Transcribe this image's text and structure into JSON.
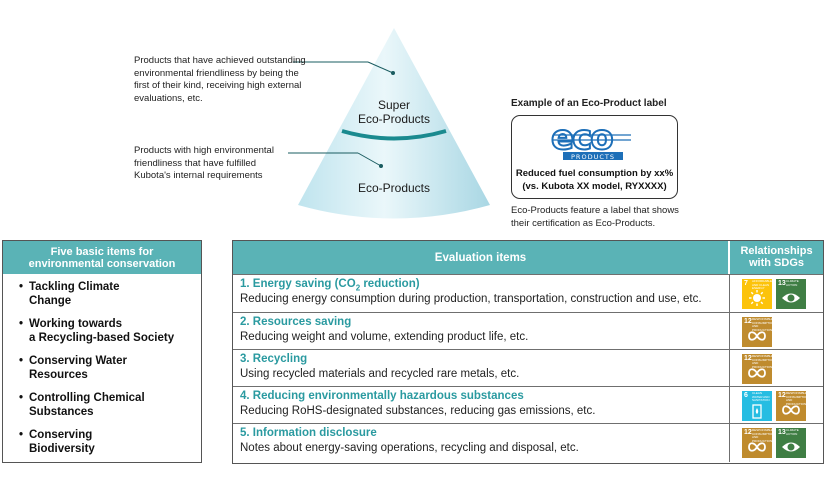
{
  "pyramid": {
    "top_label": [
      "Super",
      "Eco-Products"
    ],
    "bottom_label": "Eco-Products",
    "top_note": [
      "Products that have achieved outstanding",
      "environmental friendliness by being the",
      "first of their kind, receiving high external",
      "evaluations, etc."
    ],
    "bottom_note": [
      "Products with high environmental",
      "friendliness that have fulfilled",
      "Kubota's internal requirements"
    ]
  },
  "label_example": {
    "heading": "Example of an Eco-Product label",
    "logo_text": "eco",
    "logo_subtext": "PRODUCTS",
    "line1": "Reduced fuel consumption by xx%",
    "line2": "(vs. Kubota XX model, RYXXXX)",
    "caption": [
      "Eco-Products feature a label that shows",
      "their certification as Eco-Products."
    ]
  },
  "basic_items": {
    "header": [
      "Five basic items for",
      "environmental conservation"
    ],
    "items": [
      [
        "Tackling Climate",
        "Change"
      ],
      [
        "Working towards",
        "a Recycling-based Society"
      ],
      [
        "Conserving Water",
        "Resources"
      ],
      [
        "Controlling Chemical",
        "Substances"
      ],
      [
        "Conserving",
        "Biodiversity"
      ]
    ]
  },
  "evaluation": {
    "header": "Evaluation items",
    "sdg_header": [
      "Relationships",
      "with SDGs"
    ],
    "rows": [
      {
        "title_pre": "1. Energy saving (CO",
        "title_sub": "2",
        "title_post": " reduction)",
        "desc": "Reducing energy consumption during production, transportation, construction and use, etc.",
        "sdgs": [
          "7",
          "13"
        ]
      },
      {
        "title_pre": "2. Resources saving",
        "title_sub": "",
        "title_post": "",
        "desc": "Reducing weight and volume, extending product life, etc.",
        "sdgs": [
          "12"
        ]
      },
      {
        "title_pre": "3. Recycling",
        "title_sub": "",
        "title_post": "",
        "desc": "Using recycled materials and recycled rare metals, etc.",
        "sdgs": [
          "12"
        ]
      },
      {
        "title_pre": "4. Reducing environmentally hazardous substances",
        "title_sub": "",
        "title_post": "",
        "desc": "Reducing RoHS-designated substances, reducing gas emissions, etc.",
        "sdgs": [
          "6",
          "12"
        ]
      },
      {
        "title_pre": "5. Information disclosure",
        "title_sub": "",
        "title_post": "",
        "desc": "Notes about energy-saving operations, recycling and disposal, etc.",
        "sdgs": [
          "12",
          "13"
        ]
      }
    ]
  },
  "sdg_goals": {
    "6": {
      "color": "#26bde2",
      "title": "CLEAN WATER AND SANITATION",
      "icon": "water-icon"
    },
    "7": {
      "color": "#fcc30b",
      "title": "AFFORDABLE AND CLEAN ENERGY",
      "icon": "sun-icon"
    },
    "12": {
      "color": "#bf8b2e",
      "title": "RESPONSIBLE CONSUMPTION AND PRODUCTION",
      "icon": "infinity-icon"
    },
    "13": {
      "color": "#3f7e44",
      "title": "CLIMATE ACTION",
      "icon": "eye-globe-icon"
    }
  },
  "colors": {
    "teal": "#5ab3b6",
    "teal_text": "#2a9aa0",
    "eco_blue": "#1d6fb8"
  }
}
